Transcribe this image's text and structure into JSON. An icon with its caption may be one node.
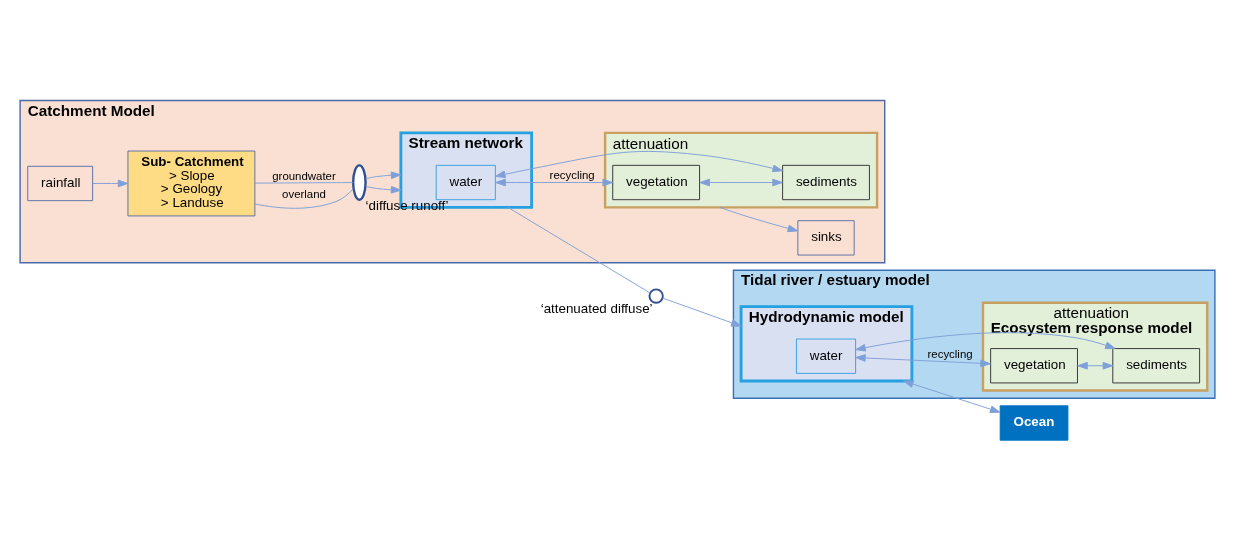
{
  "diagram": {
    "nodes": [
      {
        "text": [
          "Catchment Model"
        ]
      },
      {
        "text": [
          "Sub- Catchment",
          "> Slope",
          "> Geology",
          "> Landuse"
        ],
        "in": 0
      },
      {
        "text": [
          "rainfall"
        ],
        "in": 0
      },
      {
        "text": [
          "Stream network"
        ],
        "in": 0
      },
      {
        "text": [
          "water"
        ],
        "in": 3
      },
      {
        "text": [
          "attenuation"
        ],
        "in": 0
      },
      {
        "text": [
          "vegetation"
        ],
        "in": 5
      },
      {
        "text": [
          "sediments"
        ],
        "in": 5
      },
      {
        "text": [
          "sinks"
        ],
        "in": 0
      },
      {
        "text": [],
        "shape": "ellipse",
        "beside": [
          "‘diffuse runoff’"
        ],
        "in": 0
      },
      {
        "text": [
          "Tidal river / estuary model"
        ]
      },
      {
        "text": [],
        "shape": "circle",
        "beside": [
          "‘attenuated diffuse’"
        ]
      },
      {
        "text": [
          "Hydrodynamic model"
        ],
        "in": 10
      },
      {
        "text": [
          "water"
        ],
        "in": 12
      },
      {
        "text": [
          "attenuation",
          "Ecosystem response model"
        ],
        "in": 10
      },
      {
        "text": [
          "vegetation"
        ],
        "in": 14
      },
      {
        "text": [
          "sediments"
        ],
        "in": 14
      },
      {
        "text": [
          "Ocean"
        ]
      }
    ],
    "edges": [
      {
        "from": 2,
        "to": 1,
        "arrow": "to"
      },
      {
        "from": 1,
        "to": 9,
        "arrow": "none",
        "label": "overland"
      },
      {
        "from": 1,
        "to": 9,
        "arrow": "none",
        "label": "groundwater"
      },
      {
        "from": 9,
        "to": 3,
        "arrow": "to"
      },
      {
        "from": 9,
        "to": 3,
        "arrow": "to"
      },
      {
        "from": 4,
        "to": 6,
        "arrow": "both",
        "label": "recycling"
      },
      {
        "from": 4,
        "to": 7,
        "arrow": "both"
      },
      {
        "from": 6,
        "to": 7,
        "arrow": "both"
      },
      {
        "from": 5,
        "to": 8,
        "arrow": "to"
      },
      {
        "from": 3,
        "to": 11,
        "arrow": "none"
      },
      {
        "from": 11,
        "to": 12,
        "arrow": "to"
      },
      {
        "from": 13,
        "to": 15,
        "arrow": "both",
        "label": "recycling"
      },
      {
        "from": 13,
        "to": 16,
        "arrow": "both"
      },
      {
        "from": 15,
        "to": 16,
        "arrow": "both"
      },
      {
        "from": 12,
        "to": 17,
        "arrow": "both"
      }
    ]
  }
}
